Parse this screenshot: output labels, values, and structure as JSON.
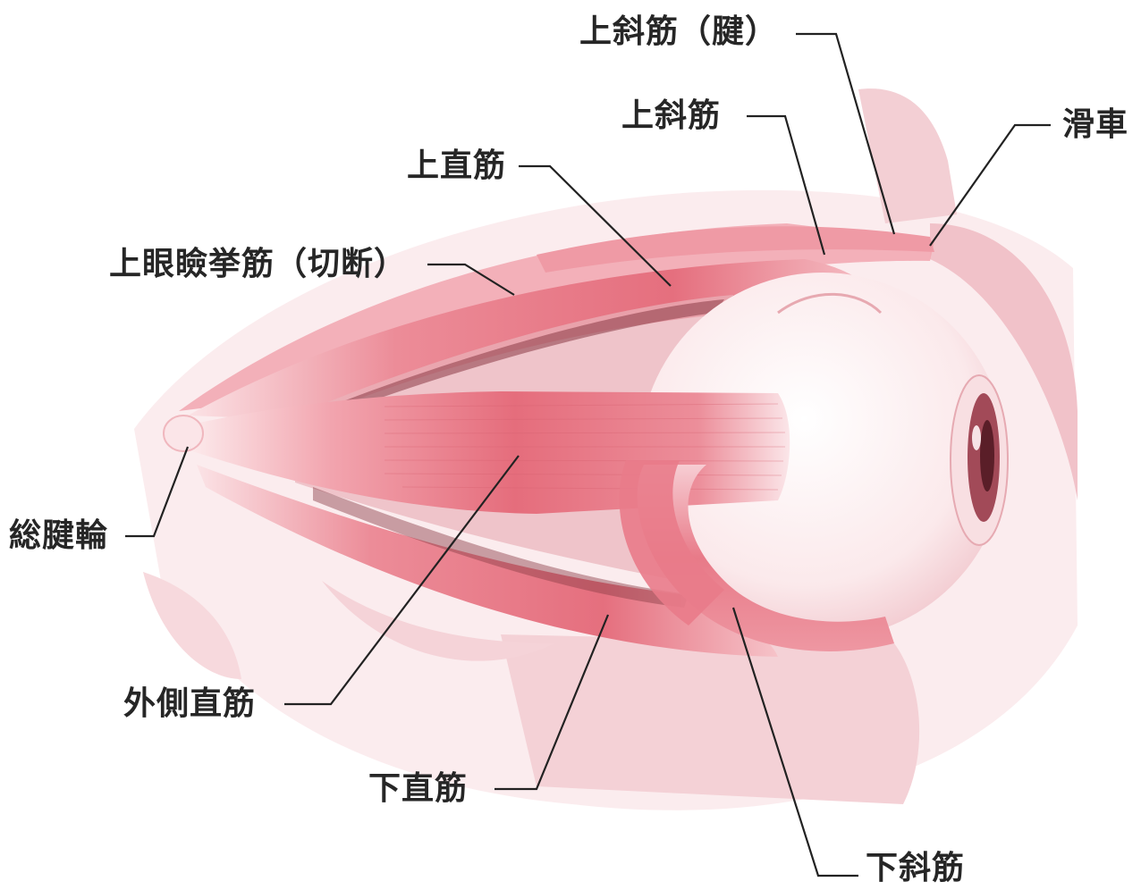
{
  "labels": {
    "superior_oblique_tendon": "上斜筋（腱）",
    "trochlea": "滑車",
    "superior_oblique": "上斜筋",
    "superior_rectus": "上直筋",
    "levator_palpebrae": "上眼瞼挙筋（切断）",
    "annulus_of_zinn": "総腱輪",
    "lateral_rectus": "外側直筋",
    "inferior_rectus": "下直筋",
    "inferior_oblique": "下斜筋"
  },
  "colors": {
    "muscle": "#e8717f",
    "muscle_light": "#f3b3bb",
    "tissue": "#f7d8dc",
    "bone": "#f2c9cf",
    "eyeball": "#fdf2f3",
    "leader_line": "#222222"
  }
}
